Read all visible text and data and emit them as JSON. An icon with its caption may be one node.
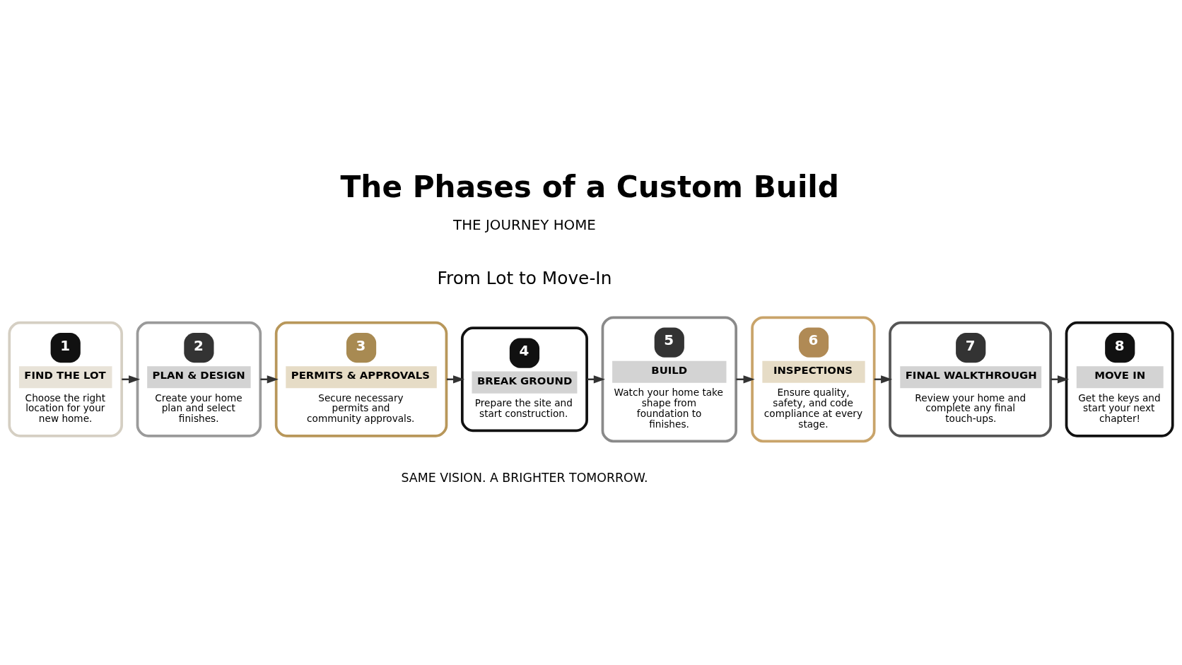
{
  "diagram": {
    "title": "The Phases of a Custom Build",
    "nodes": [
      {
        "text": [
          "1",
          "FIND THE LOT",
          "Choose the right location for your new home."
        ]
      },
      {
        "text": [
          "2",
          "PLAN & DESIGN",
          "Create your home plan and select finishes."
        ]
      },
      {
        "text": [
          "3",
          "PERMITS & APPROVALS",
          "Secure necessary permits and community approvals."
        ]
      },
      {
        "text": [
          "4",
          "BREAK GROUND",
          "Prepare the site and start construction."
        ]
      },
      {
        "text": [
          "5",
          "BUILD",
          "Watch your home take shape from foundation to finishes."
        ]
      },
      {
        "text": [
          "6",
          "INSPECTIONS",
          "Ensure quality, safety, and code compliance at every stage."
        ]
      },
      {
        "text": [
          "7",
          "FINAL WALKTHROUGH",
          "Review your home and complete any final touch-ups."
        ]
      },
      {
        "text": [
          "8",
          "MOVE IN",
          "Get the keys and start your next chapter!"
        ]
      }
    ],
    "edges": [
      {
        "from": 0,
        "to": 1,
        "arrow": "to"
      },
      {
        "from": 1,
        "to": 2,
        "arrow": "to"
      },
      {
        "from": 2,
        "to": 3,
        "arrow": "to"
      },
      {
        "from": 3,
        "to": 4,
        "arrow": "to"
      },
      {
        "from": 4,
        "to": 5,
        "arrow": "to"
      },
      {
        "from": 5,
        "to": 6,
        "arrow": "to"
      },
      {
        "from": 6,
        "to": 7,
        "arrow": "to"
      }
    ],
    "labels": [
      "THE JOURNEY HOME",
      "From Lot to Move-In",
      "SAME VISION. A BRIGHTER TOMORROW."
    ]
  }
}
